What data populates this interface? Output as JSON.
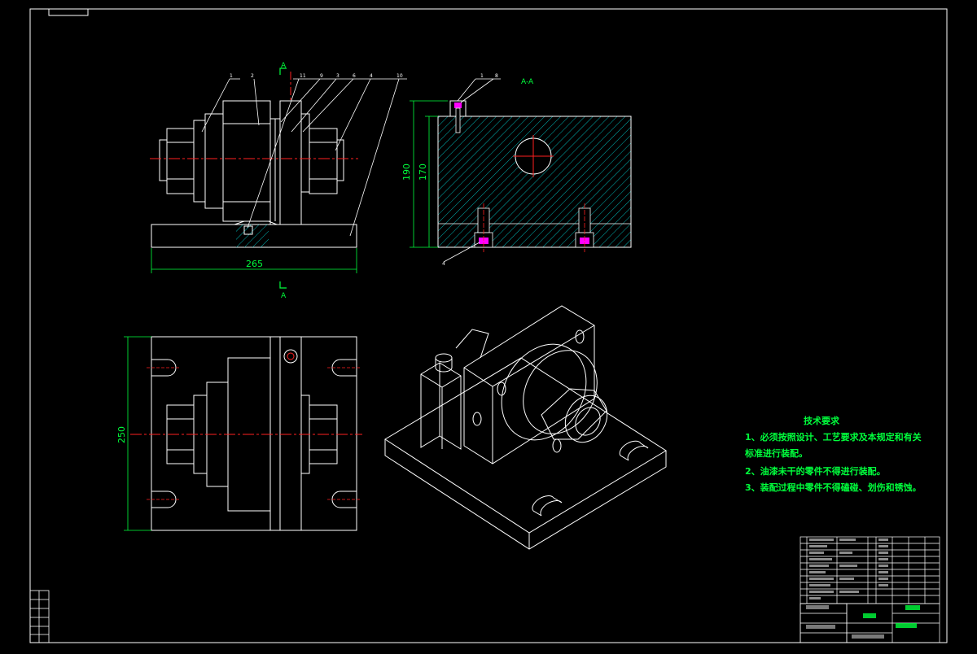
{
  "drawing": {
    "section_label": "A-A",
    "section_marker_top": "A",
    "section_marker_bottom": "A",
    "dimensions": {
      "base_width": "265",
      "total_height": "190",
      "body_height": "170",
      "plan_depth": "250"
    },
    "tech_requirements": {
      "title": "技术要求",
      "line1": "1、必须按照设计、工艺要求及本规定和有关",
      "line1b": "标准进行装配。",
      "line2": "2、油漆未干的零件不得进行装配。",
      "line3": "3、装配过程中零件不得磕碰、划伤和锈蚀。"
    },
    "colors": {
      "background": "#000000",
      "line": "#ffffff",
      "centerline": "#ff0000",
      "dimension": "#00ff3c",
      "hatch": "#00c8c8",
      "bolt_head": "#ff00ff"
    }
  }
}
